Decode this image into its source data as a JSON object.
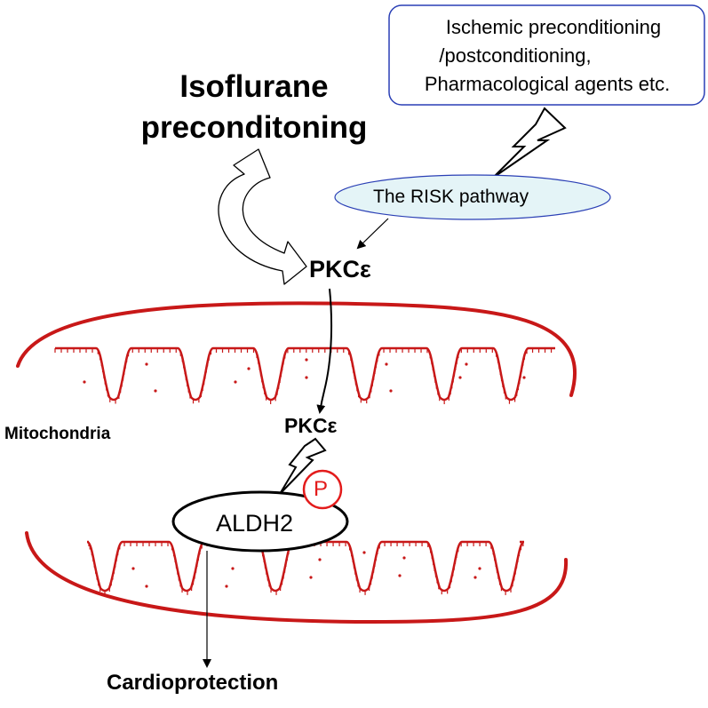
{
  "diagram": {
    "title": [
      "Isoflurane",
      "preconditoning"
    ],
    "stimuli_box": [
      "Ischemic preconditioning",
      "/postconditioning,",
      "Pharmacological agents etc."
    ],
    "risk_pathway": "The RISK pathway",
    "pkc_top": "PKCε",
    "pkc_inner": "PKCε",
    "organelle": "Mitochondria",
    "enzyme": "ALDH2",
    "phospho": "P",
    "outcome": "Cardioprotection",
    "colors": {
      "membrane": "#cc1a1a",
      "box_border": "#2a3fb5",
      "ellipse_fill": "#e4f4f7",
      "phospho": "#e31b1b",
      "ink": "#000000"
    }
  }
}
